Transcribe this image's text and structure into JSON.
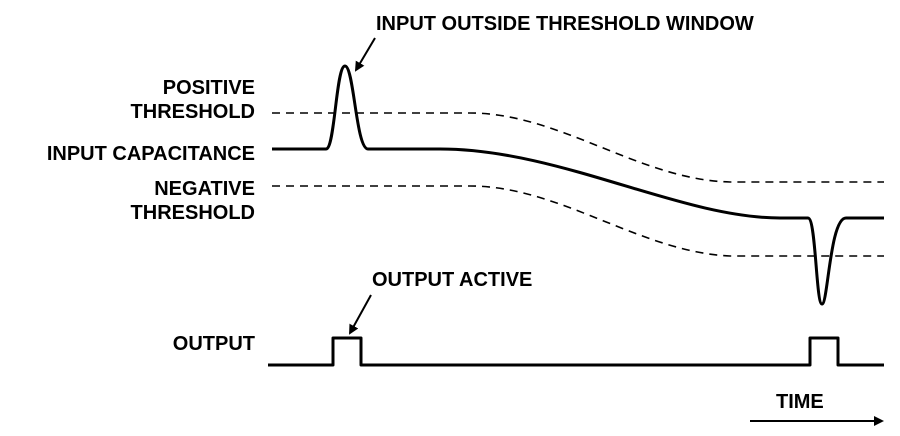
{
  "labels": {
    "positive_threshold_line1": "POSITIVE",
    "positive_threshold_line2": "THRESHOLD",
    "input_capacitance": "INPUT CAPACITANCE",
    "negative_threshold_line1": "NEGATIVE",
    "negative_threshold_line2": "THRESHOLD",
    "output": "OUTPUT",
    "time": "TIME"
  },
  "annotations": {
    "input_outside_window": "INPUT OUTSIDE THRESHOLD WINDOW",
    "output_active": "OUTPUT ACTIVE"
  },
  "colors": {
    "stroke": "#000000",
    "background": "#ffffff"
  }
}
